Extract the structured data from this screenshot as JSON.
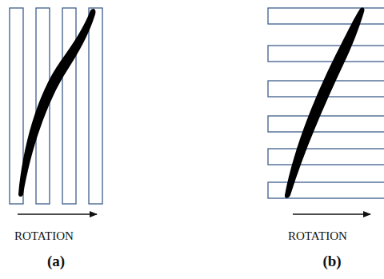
{
  "diagram": {
    "labels": [
      "ROTATION",
      "ROTATION",
      "(a)",
      "(b)"
    ]
  }
}
